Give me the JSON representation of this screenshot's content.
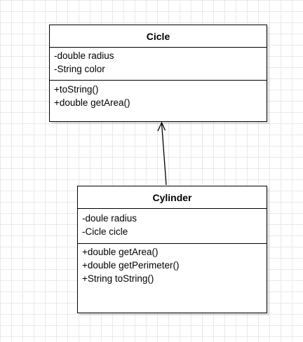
{
  "classes": {
    "cicle": {
      "name": "Cicle",
      "attributes": [
        "-double radius",
        "-String color"
      ],
      "operations": [
        "+toString()",
        "+double getArea()"
      ]
    },
    "cylinder": {
      "name": "Cylinder",
      "attributes": [
        "-doule radius",
        "-Cicle cicle"
      ],
      "operations": [
        "+double getArea()",
        "+double getPerimeter()",
        "+String toString()"
      ]
    }
  },
  "colors": {
    "stroke": "#000000",
    "fill": "#ffffff",
    "grid": "#e9e9e9"
  }
}
